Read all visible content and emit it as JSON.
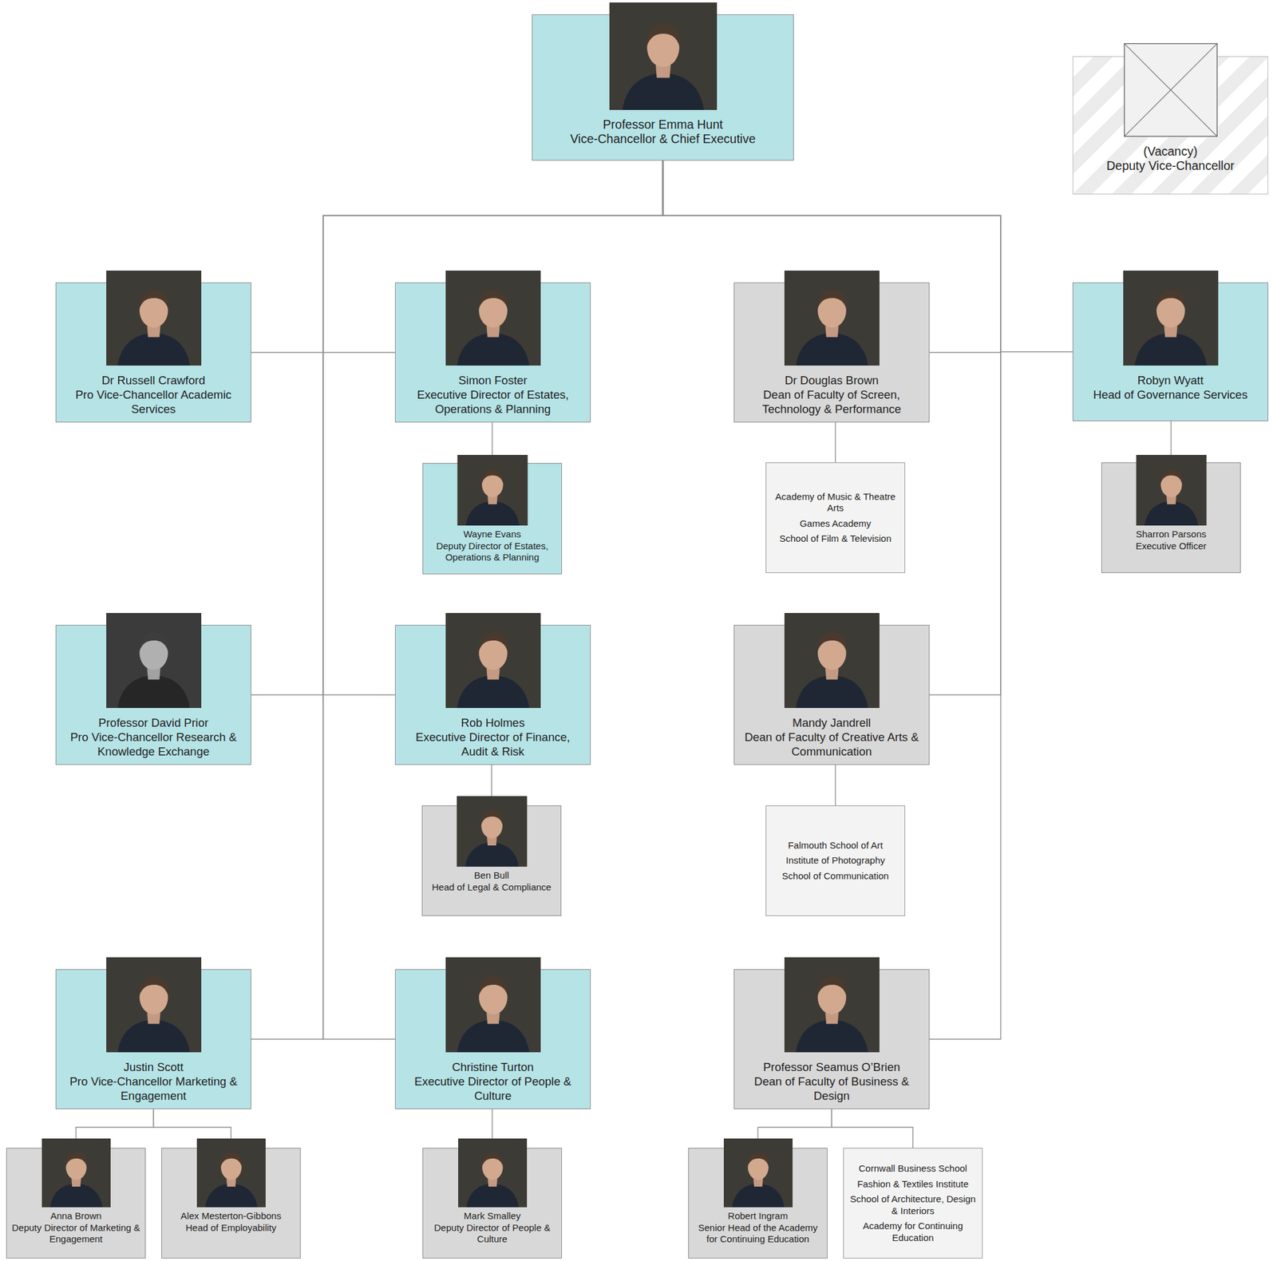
{
  "diagram": {
    "nodes": [
      {
        "text": [
          "Professor Emma Hunt",
          "Vice-Chancellor & Chief Executive"
        ]
      },
      {
        "text": [
          "(Vacancy)",
          "Deputy Vice-Chancellor"
        ]
      },
      {
        "text": [
          "Dr Russell Crawford",
          "Pro Vice-Chancellor Academic Services"
        ]
      },
      {
        "text": [
          "Simon Foster",
          "Executive Director of Estates, Operations & Planning"
        ]
      },
      {
        "text": [
          "Dr Douglas Brown",
          "Dean of Faculty of Screen, Technology & Performance"
        ]
      },
      {
        "text": [
          "Robyn Wyatt",
          "Head of Governance Services"
        ]
      },
      {
        "text": [
          "Wayne Evans",
          "Deputy Director of Estates, Operations & Planning"
        ]
      },
      {
        "text": [
          "Academy of Music & Theatre Arts",
          "Games Academy",
          "School of Film & Television"
        ]
      },
      {
        "text": [
          "Sharron Parsons",
          "Executive Officer"
        ]
      },
      {
        "text": [
          "Professor David Prior",
          "Pro Vice-Chancellor Research & Knowledge Exchange"
        ]
      },
      {
        "text": [
          "Rob Holmes",
          "Executive Director of Finance, Audit & Risk"
        ]
      },
      {
        "text": [
          "Mandy Jandrell",
          "Dean of Faculty of Creative Arts & Communication"
        ]
      },
      {
        "text": [
          "Ben Bull",
          "Head of Legal & Compliance"
        ]
      },
      {
        "text": [
          "Falmouth School of Art",
          "Institute of Photography",
          "School of Communication"
        ]
      },
      {
        "text": [
          "Justin Scott",
          "Pro Vice-Chancellor Marketing & Engagement"
        ]
      },
      {
        "text": [
          "Christine Turton",
          "Executive Director of People & Culture"
        ]
      },
      {
        "text": [
          "Professor Seamus O’Brien",
          "Dean of Faculty of Business & Design"
        ]
      },
      {
        "text": [
          "Anna Brown",
          "Deputy Director of Marketing & Engagement"
        ]
      },
      {
        "text": [
          "Alex Mesterton-Gibbons",
          "Head of Employability"
        ]
      },
      {
        "text": [
          "Mark Smalley",
          "Deputy Director of People & Culture"
        ]
      },
      {
        "text": [
          "Robert Ingram",
          "Senior Head of the Academy for Continuing Education"
        ]
      },
      {
        "text": [
          "Cornwall Business School",
          "Fashion & Textiles Institute",
          "School of Architecture, Design & Interiors",
          "Academy for Continuing Education"
        ]
      }
    ],
    "edges": [
      {
        "from": 0,
        "to": 2,
        "arrow": "none"
      },
      {
        "from": 0,
        "to": 3,
        "arrow": "none"
      },
      {
        "from": 0,
        "to": 4,
        "arrow": "none"
      },
      {
        "from": 0,
        "to": 5,
        "arrow": "none"
      },
      {
        "from": 0,
        "to": 9,
        "arrow": "none"
      },
      {
        "from": 0,
        "to": 10,
        "arrow": "none"
      },
      {
        "from": 0,
        "to": 11,
        "arrow": "none"
      },
      {
        "from": 0,
        "to": 14,
        "arrow": "none"
      },
      {
        "from": 0,
        "to": 15,
        "arrow": "none"
      },
      {
        "from": 0,
        "to": 16,
        "arrow": "none"
      },
      {
        "from": 3,
        "to": 6,
        "arrow": "none"
      },
      {
        "from": 4,
        "to": 7,
        "arrow": "none"
      },
      {
        "from": 5,
        "to": 8,
        "arrow": "none"
      },
      {
        "from": 10,
        "to": 12,
        "arrow": "none"
      },
      {
        "from": 11,
        "to": 13,
        "arrow": "none"
      },
      {
        "from": 14,
        "to": 17,
        "arrow": "none"
      },
      {
        "from": 14,
        "to": 18,
        "arrow": "none"
      },
      {
        "from": 15,
        "to": 19,
        "arrow": "none"
      },
      {
        "from": 16,
        "to": 20,
        "arrow": "none"
      },
      {
        "from": 16,
        "to": 21,
        "arrow": "none"
      }
    ]
  }
}
